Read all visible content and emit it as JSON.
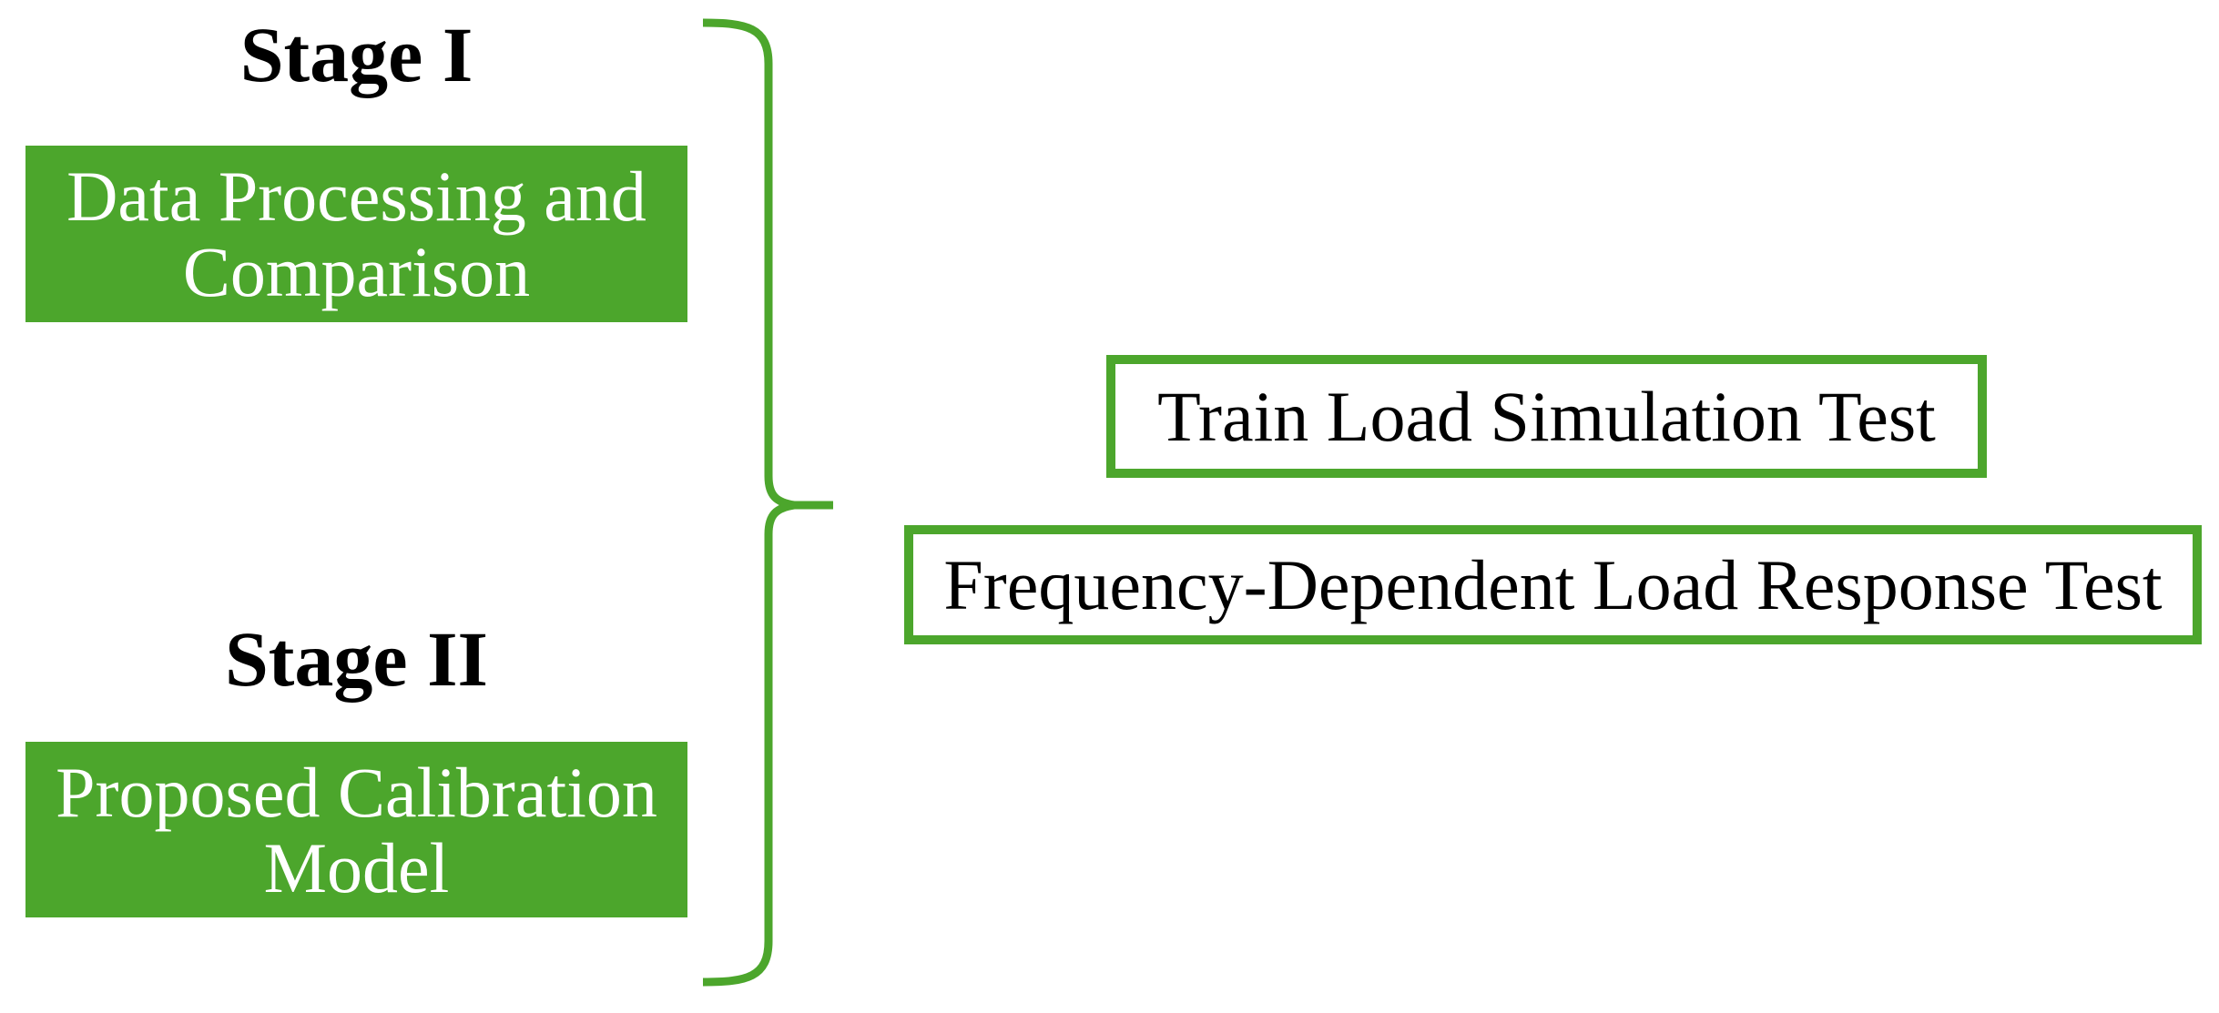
{
  "diagram": {
    "stages": [
      {
        "heading": "Stage I",
        "label_lines": [
          "Data Processing and",
          "Comparison"
        ]
      },
      {
        "heading": "Stage II",
        "label_lines": [
          "Proposed Calibration",
          "Model"
        ]
      }
    ],
    "tests": [
      {
        "label": "Train Load Simulation Test"
      },
      {
        "label": "Frequency-Dependent Load Response Test"
      }
    ],
    "colors": {
      "accent_green": "#4CA62C",
      "stage_box_text": "#FFFFFF",
      "heading_text": "#000000",
      "test_box_text": "#000000",
      "background": "#FFFFFF"
    }
  }
}
